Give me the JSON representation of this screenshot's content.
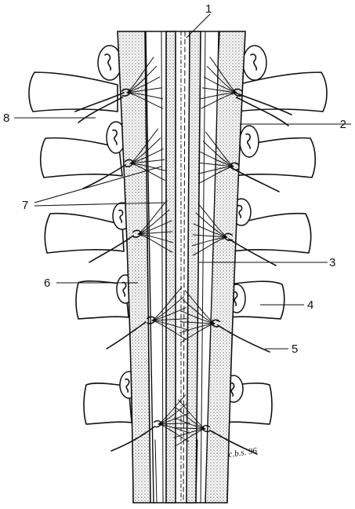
{
  "figure": {
    "labels": [
      {
        "id": "1",
        "text": "1"
      },
      {
        "id": "2",
        "text": "2"
      },
      {
        "id": "3",
        "text": "3"
      },
      {
        "id": "4",
        "text": "4"
      },
      {
        "id": "5",
        "text": "5"
      },
      {
        "id": "6",
        "text": "6"
      },
      {
        "id": "7",
        "text": "7"
      },
      {
        "id": "8",
        "text": "8"
      }
    ],
    "signature": "c.b.s. 96"
  }
}
